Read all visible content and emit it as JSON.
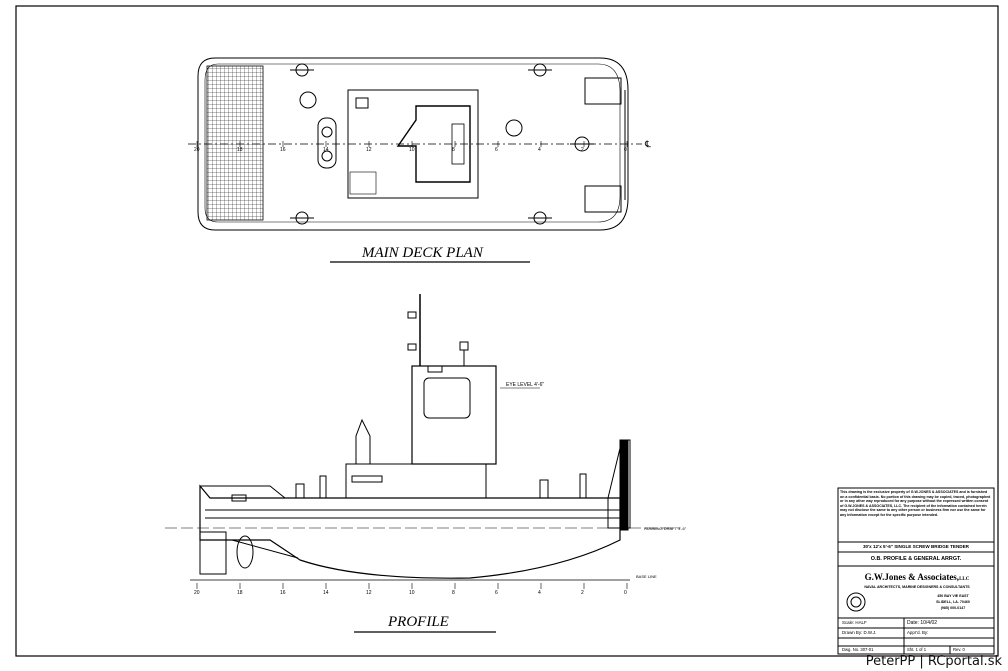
{
  "drawing": {
    "plan_title": "MAIN DECK PLAN",
    "profile_title": "PROFILE",
    "plan_frame_ticks": [
      "20",
      "18",
      "16",
      "14",
      "12",
      "10",
      "8",
      "6",
      "4",
      "2",
      "0"
    ],
    "profile_frame_ticks": [
      "20",
      "18",
      "16",
      "14",
      "12",
      "10",
      "8",
      "6",
      "4",
      "2",
      "0"
    ],
    "centerline_mark": "℄",
    "wheelhouse_eye_level": "EYE LEVEL 4'-6\"",
    "running_draft": "RUNNING DRAFT 3'-6\"",
    "base_line": "BASE LINE"
  },
  "title_block": {
    "notice": "This drawing is the exclusive property of G.W.JONES & ASSOCIATES and is furnished on a confidential basis. No portion of this drawing may be copied, traced, photographed or in any other way reproduced for any purpose without the expressed written consent of G.W.JONES & ASSOCIATES, LLC. The recipient of the information contained herein may not disclose the same to any other person or business firm nor use the same for any information except for the specific purpose intended.",
    "vessel": "30'x 12'x 5'-6\" SINGLE SCREW BRIDGE TENDER",
    "drawing_title": "O.B. PROFILE & GENERAL ARRGT.",
    "company": "G.W.Jones & Associates,",
    "company_suffix": "LLC",
    "company_sub": "NAVAL ARCHITECTS, MARINE DESIGNERS & CONSULTANTS",
    "address1": "450 BAY VIE EAST",
    "address2": "SLIDELL, LA. 70460",
    "phone": "(985) 000-0147",
    "scale": "Scale: HALF",
    "date": "Date: 10/4/02",
    "drawn_by": "Drawn By: D.W.J.",
    "approved_by": "Appr'd. By:",
    "dwg_no": "Dwg. No. 307-01",
    "sheet": "Sht. 1 of 1",
    "rev": "Rev. 0"
  },
  "watermark": "PeterPP | RCportal.sk"
}
